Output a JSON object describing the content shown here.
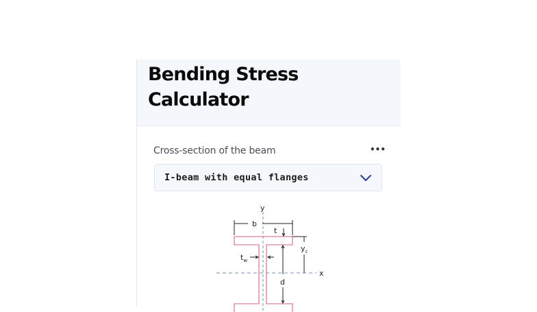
{
  "header": {
    "title_line1": "Bending Stress",
    "title_line2": "Calculator"
  },
  "cross_section": {
    "label": "Cross-section of the beam",
    "more_icon": "more-horizontal-icon",
    "more_glyph": "•••",
    "selected": "I-beam with equal flanges",
    "chevron_icon": "chevron-down-icon"
  },
  "diagram": {
    "labels": {
      "y_axis": "y",
      "x_axis": "x",
      "width": "b",
      "flange_thickness": "t",
      "web_thickness": "t",
      "web_thickness_sub": "w",
      "centroid": "y",
      "centroid_sub": "c",
      "depth": "d"
    },
    "colors": {
      "outline": "#d9809a",
      "axis": "#6f8fb8",
      "dimension": "#222222"
    }
  },
  "colors": {
    "header_bg": "#f4f7fc",
    "select_bg": "#f4f7fc",
    "accent": "#2b3b8f"
  }
}
